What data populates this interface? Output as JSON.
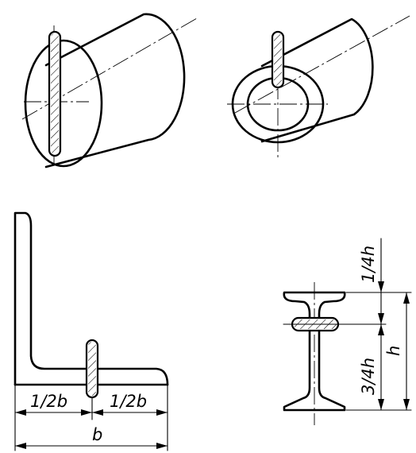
{
  "labels": {
    "half_b_left": "1/2b",
    "half_b_right": "1/2b",
    "b": "b",
    "quarter_h": "1/4h",
    "three_quarter_h": "3/4h",
    "h": "h"
  }
}
